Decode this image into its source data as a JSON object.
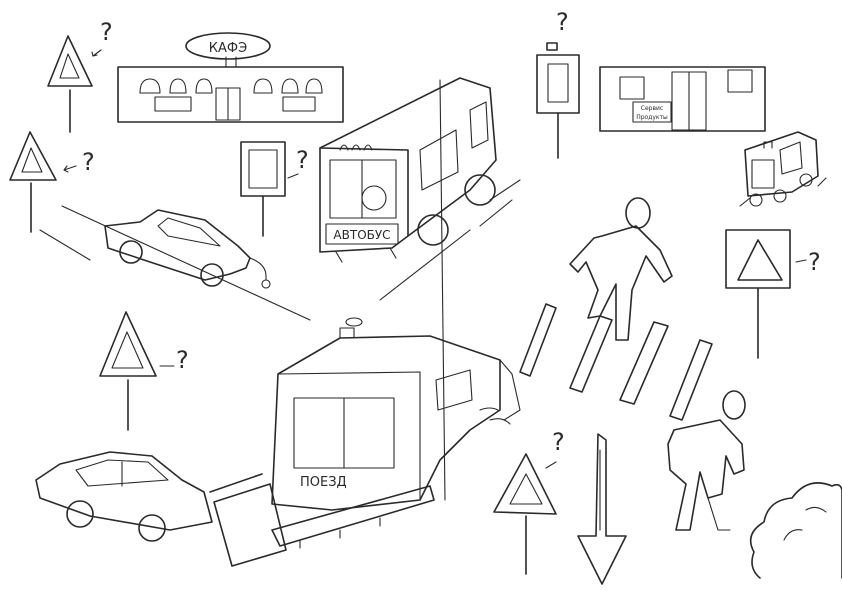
{
  "labels": {
    "cafe_sign": "КАФЭ",
    "bus_sign": "АВТОБУС",
    "train_label": "ПОЕЗД",
    "shop_sign_line1": "Сервис",
    "shop_sign_line2": "Продукты",
    "question_mark": "?"
  },
  "colors": {
    "ink": "#2a2a2a",
    "paper": "#ffffff"
  }
}
